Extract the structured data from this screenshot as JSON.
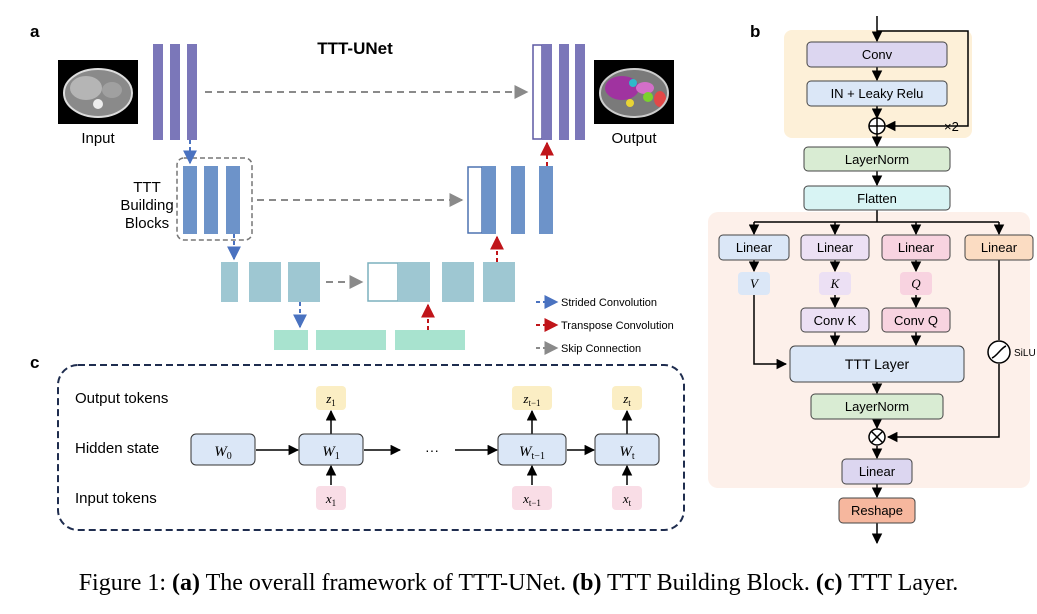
{
  "panel_a": {
    "letter": "a",
    "title": "TTT-UNet",
    "input_label": "Input",
    "output_label": "Output",
    "blocks_label": [
      "TTT",
      "Building",
      "Blocks"
    ],
    "legend": {
      "strided": "Strided Convolution",
      "transpose": "Transpose Convolution",
      "skip": "Skip Connection"
    },
    "colors": {
      "level0": "#7b77b9",
      "level1": "#6d93c9",
      "level2": "#9ec7d2",
      "level3": "#a8e3cf",
      "strided_arrow": "#4a72c0",
      "transpose_arrow": "#c0151a",
      "skip_arrow": "#8a8a8a"
    }
  },
  "panel_b": {
    "letter": "b",
    "conv": "Conv",
    "in_relu": "IN + Leaky Relu",
    "repeat": "×2",
    "layernorm1": "LayerNorm",
    "flatten": "Flatten",
    "linear_labels": [
      "Linear",
      "Linear",
      "Linear",
      "Linear"
    ],
    "v": "V",
    "k": "K",
    "q": "Q",
    "conv_k": "Conv K",
    "conv_q": "Conv Q",
    "ttt_layer": "TTT Layer",
    "silu": "SiLU",
    "layernorm2": "LayerNorm",
    "linear_out": "Linear",
    "reshape": "Reshape"
  },
  "panel_c": {
    "letter": "c",
    "row_output": "Output tokens",
    "row_hidden": "Hidden state",
    "row_input": "Input tokens",
    "ellipsis": "···",
    "w": [
      "W",
      "W",
      "W",
      "W"
    ],
    "w_sub": [
      "0",
      "1",
      "t−1",
      "t"
    ],
    "z": [
      "z",
      "z",
      "z"
    ],
    "z_sub": [
      "1",
      "t−1",
      "t"
    ],
    "x": [
      "x",
      "x",
      "x"
    ],
    "x_sub": [
      "1",
      "t−1",
      "t"
    ]
  },
  "caption": {
    "prefix": "Figure 1:",
    "a": "(a)",
    "a_text": " The overall framework of TTT-UNet. ",
    "b": "(b)",
    "b_text": " TTT Building Block. ",
    "c": "(c)",
    "c_text": " TTT Layer."
  }
}
